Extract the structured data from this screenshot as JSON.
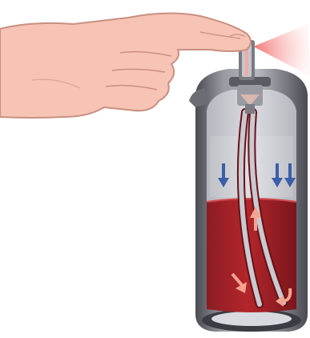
{
  "diagram": {
    "elements": [
      {
        "id": "hand",
        "icon": "pointing-hand-icon"
      },
      {
        "id": "nozzle",
        "icon": "spray-nozzle-icon"
      },
      {
        "id": "spray-mist",
        "icon": "spray-mist-icon"
      },
      {
        "id": "can",
        "icon": "aerosol-can-icon"
      },
      {
        "id": "valve",
        "icon": "valve-icon"
      },
      {
        "id": "dip-tube",
        "icon": "dip-tube-icon"
      },
      {
        "id": "liquid-product",
        "icon": "liquid-icon"
      },
      {
        "id": "propellant-gas",
        "icon": "gas-space-icon"
      },
      {
        "id": "pressure-arrows",
        "icon": "down-arrow-icon",
        "count": 3
      },
      {
        "id": "flow-arrows",
        "icon": "flow-arrow-icon",
        "count": 3
      }
    ],
    "colors": {
      "skin": "#f6c3b4",
      "skin_outline": "#c98f82",
      "can_body": "#8c8c94",
      "can_dark": "#4a4a52",
      "can_inner": "#cfd0d6",
      "liquid": "#b3262b",
      "liquid_dark": "#8a1c22",
      "pressure_arrow": "#3a5fa8",
      "flow_arrow": "#f4a38f",
      "spray": "#f26b6b"
    }
  }
}
